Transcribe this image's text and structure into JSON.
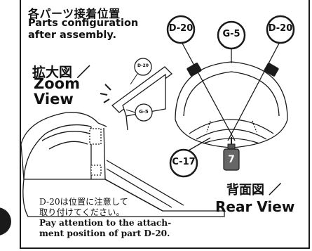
{
  "header": {
    "title_jp": "各パーツ接着位置",
    "title_en_line1": "Parts configuration",
    "title_en_line2": "after assembly."
  },
  "zoom_view": {
    "label_jp": "拡大図 ／",
    "label_en_line1": "Zoom",
    "label_en_line2": "View",
    "callout_top": "D-20",
    "callout_bottom": "G-5"
  },
  "rear_view": {
    "label_jp": "背面図 ／",
    "label_en": "Rear View",
    "callout_left": "D-20",
    "callout_center": "G-5",
    "callout_right": "D-20",
    "callout_bottom": "C-17",
    "bottle_label": "7"
  },
  "note": {
    "line1_jp": "D-20は位置に注意して",
    "line2_jp": "取り付けてください。",
    "line3_en": "Pay attention to the attach-",
    "line4_en": "ment position of part D-20."
  }
}
